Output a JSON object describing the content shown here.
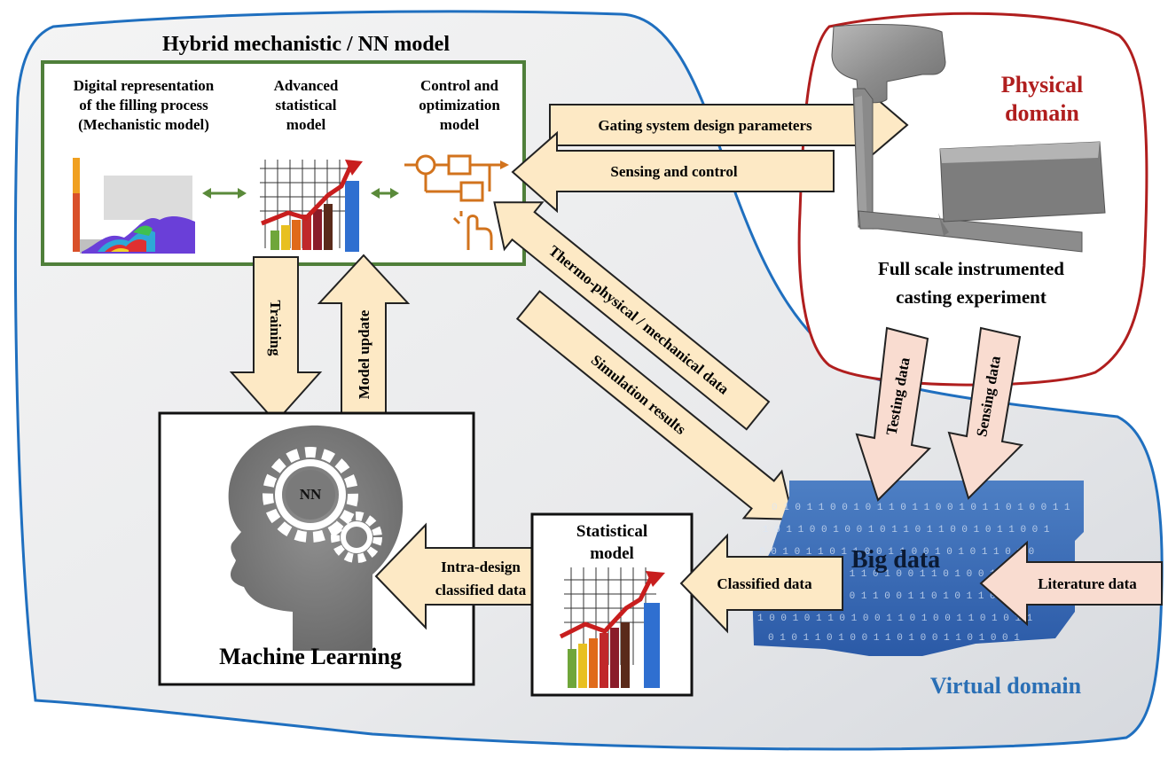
{
  "title": "Hybrid mechanistic / NN model",
  "submodels": {
    "mechanistic_l1": "Digital representation",
    "mechanistic_l2": "of the filling process",
    "mechanistic_l3": "(Mechanistic model)",
    "statistical_l1": "Advanced",
    "statistical_l2": "statistical",
    "statistical_l3": "model",
    "control_l1": "Control and",
    "control_l2": "optimization",
    "control_l3": "model"
  },
  "physical": {
    "label_l1": "Physical",
    "label_l2": "domain",
    "caption_l1": "Full scale instrumented",
    "caption_l2": "casting experiment"
  },
  "arrows": {
    "gating": "Gating system design parameters",
    "sensing_control": "Sensing and control",
    "training": "Training",
    "model_update": "Model update",
    "thermo": "Thermo-physical / mechanical data",
    "simulation": "Simulation results",
    "testing": "Testing data",
    "sensing_data": "Sensing data",
    "literature": "Literature data",
    "classified": "Classified data",
    "intra_l1": "Intra-design",
    "intra_l2": "classified data"
  },
  "ml": {
    "nn": "NN",
    "label": "Machine Learning"
  },
  "stat_box": {
    "l1": "Statistical",
    "l2": "model"
  },
  "big_data": "Big data",
  "virtual_domain": "Virtual domain",
  "colors": {
    "virtual_border": "#1f6fbf",
    "physical_border": "#b01e1e",
    "hybrid_border": "#4f7f3a",
    "arrow_fill": "#fde9c5",
    "pink_arrow_fill": "#f9dcd0",
    "virtual_label": "#2a6fb5",
    "physical_label": "#b01e1e"
  }
}
